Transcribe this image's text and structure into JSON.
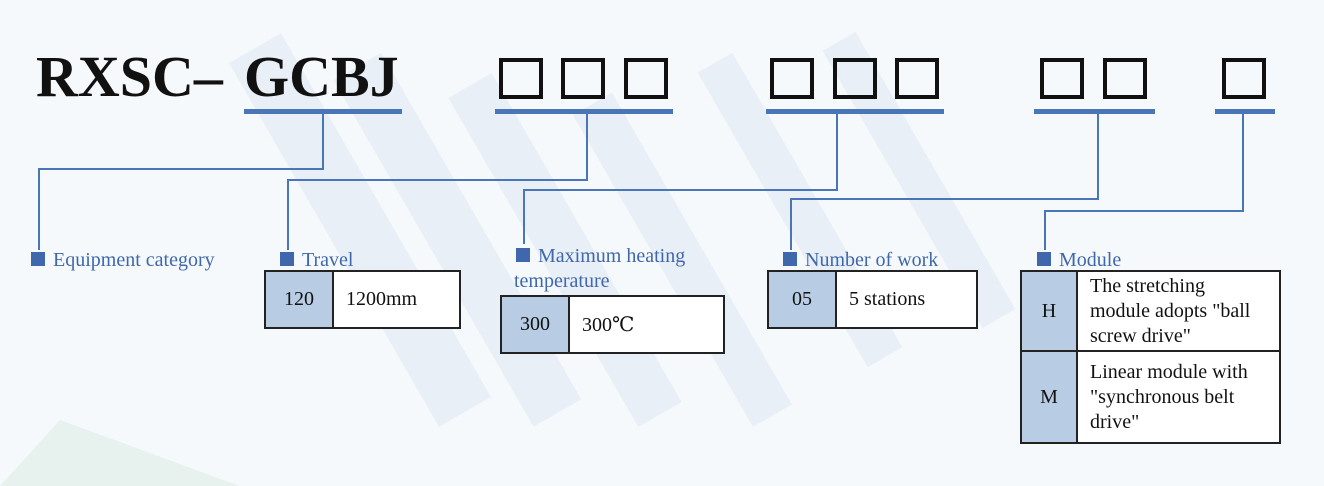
{
  "code": {
    "prefix": "RXSC–",
    "main": "GCBJ"
  },
  "colors": {
    "accent": "#4a76b8",
    "cell_fill": "#b8cce4"
  },
  "sections": {
    "equipment": {
      "label": "Equipment category"
    },
    "travel": {
      "label": "Travel",
      "rows": [
        {
          "code": "120",
          "desc": "1200mm"
        }
      ]
    },
    "temperature": {
      "label_line1": "Maximum heating",
      "label_line2": "temperature",
      "rows": [
        {
          "code": "300",
          "desc": "300℃"
        }
      ]
    },
    "work": {
      "label": "Number of work",
      "rows": [
        {
          "code": "05",
          "desc": "5 stations"
        }
      ]
    },
    "module": {
      "label": "Module",
      "rows": [
        {
          "code": "H",
          "desc": "The stretching module adopts \"ball screw drive\""
        },
        {
          "code": "M",
          "desc": "Linear module with \"synchronous belt drive\""
        }
      ]
    }
  }
}
